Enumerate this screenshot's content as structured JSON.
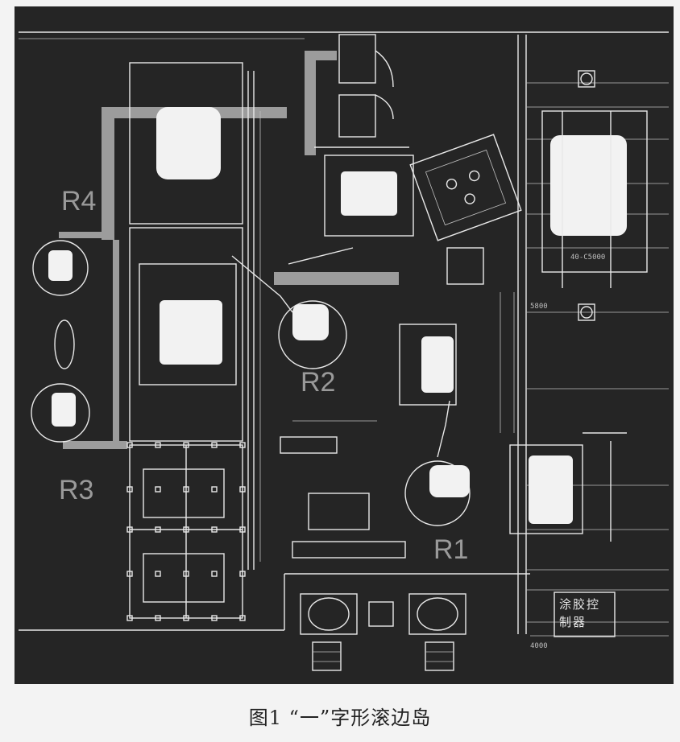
{
  "caption": "图1 “一”字形滚边岛",
  "robots": [
    {
      "label": "R1"
    },
    {
      "label": "R2"
    },
    {
      "label": "R3"
    },
    {
      "label": "R4"
    }
  ],
  "controller": {
    "line1": "涂胶控",
    "line2": "制器"
  },
  "dimensions": [
    "40-C5000",
    "5800",
    "4000"
  ]
}
